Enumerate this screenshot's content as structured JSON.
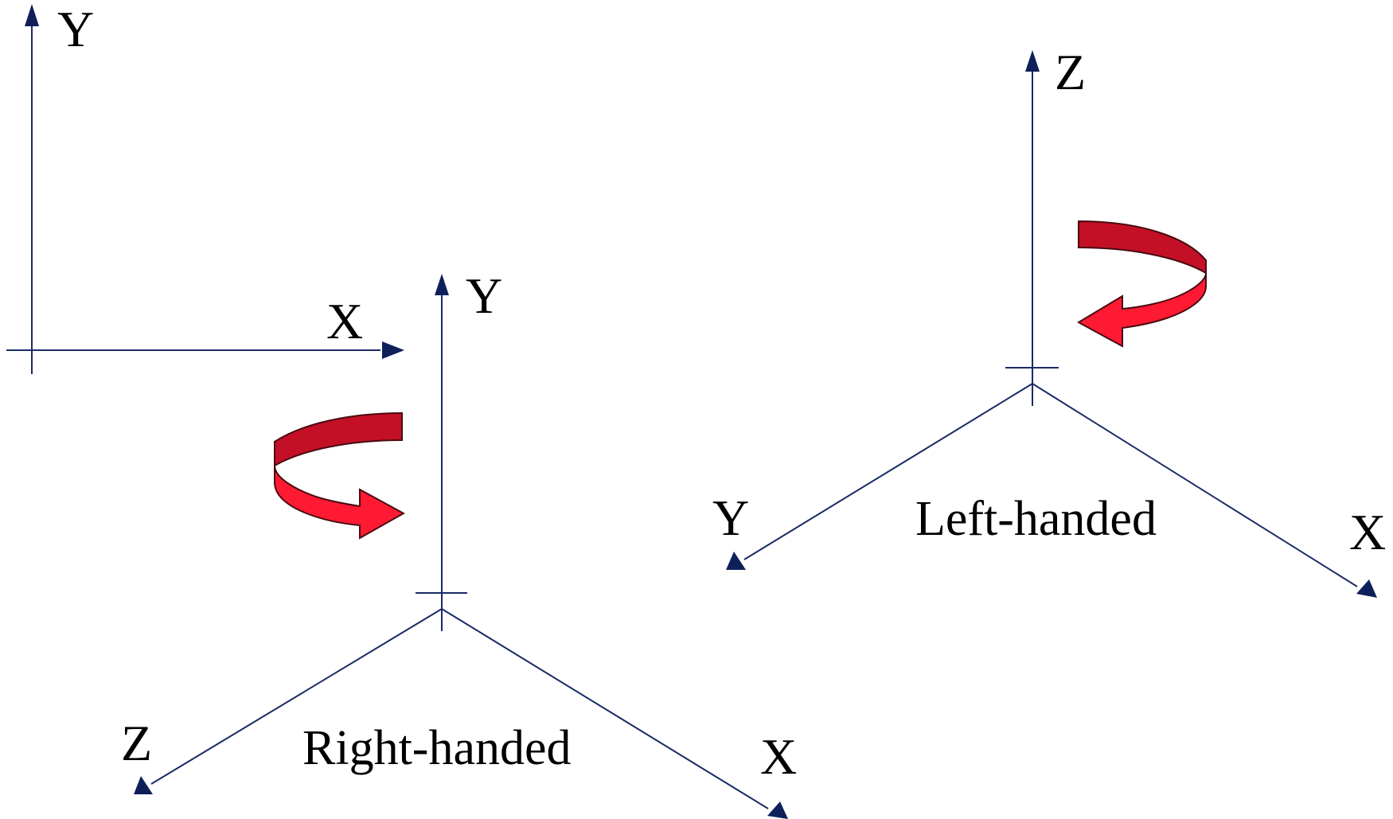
{
  "colors": {
    "axis": "#1a2a66",
    "arrowhead": "#0f1f5a",
    "rotation_arrow_light": "#ff1a33",
    "rotation_arrow_dark": "#c41026",
    "rotation_arrow_outline": "#4a0a10"
  },
  "diagram_2d": {
    "y_label": "Y",
    "x_label": "X"
  },
  "right_handed": {
    "caption": "Right-handed",
    "y_label": "Y",
    "z_label": "Z",
    "x_label": "X",
    "rotation_icon": "curved-arrow-icon"
  },
  "left_handed": {
    "caption": "Left-handed",
    "z_label": "Z",
    "y_label": "Y",
    "x_label": "X",
    "rotation_icon": "curved-arrow-icon"
  }
}
